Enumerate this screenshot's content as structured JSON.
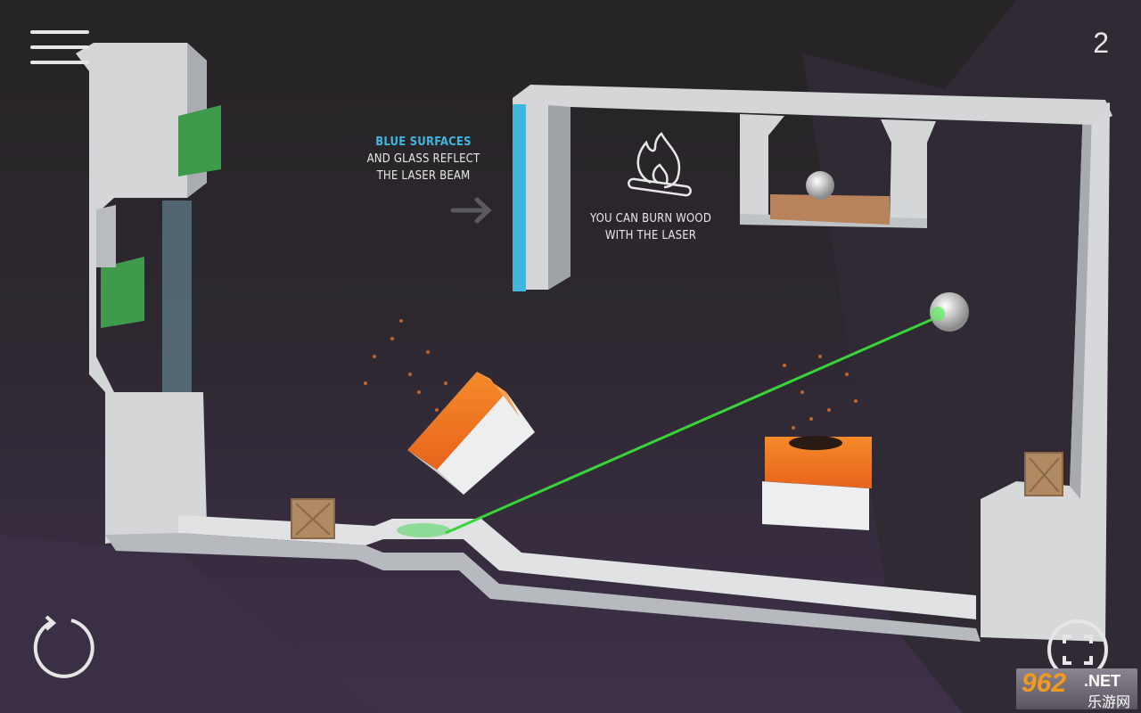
{
  "hud": {
    "menu_icon": "hamburger-menu-icon",
    "level_number": "2",
    "restart_icon": "restart-icon",
    "fullscreen_icon": "fullscreen-icon"
  },
  "hints": {
    "reflect_line1": "BLUE SURFACES",
    "reflect_line2": "AND GLASS REFLECT",
    "reflect_line3": "THE LASER BEAM",
    "burn_line1": "YOU CAN BURN WOOD",
    "burn_line2": "WITH THE LASER",
    "fire_icon": "campfire-icon",
    "arrow_icon": "arrow-right-icon"
  },
  "watermark": {
    "number": "962",
    "domain": ".NET",
    "chinese": "乐游网"
  },
  "colors": {
    "laser": "#39d43a",
    "mirror_blue": "#3fb6e0",
    "glass_green": "#3d9a4a",
    "wall": "#d6d8da",
    "orange": "#f07a20"
  }
}
